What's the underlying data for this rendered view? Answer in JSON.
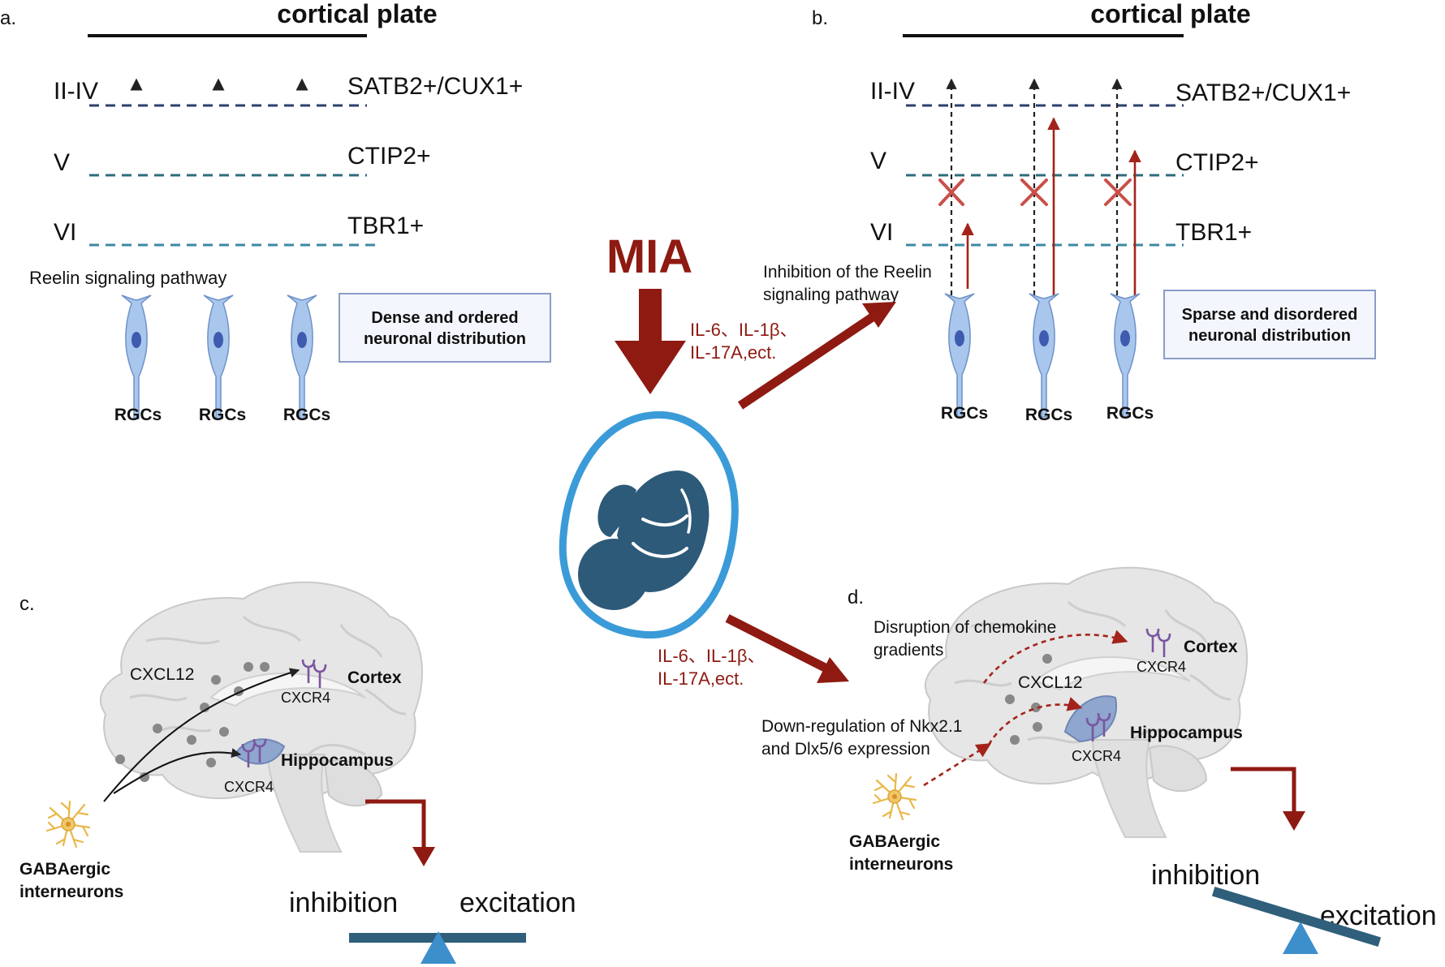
{
  "panels": {
    "a": {
      "letter": "a.",
      "header": "cortical plate",
      "layers": [
        "II-IV",
        "V",
        "VI"
      ],
      "markers": [
        "SATB2+/CUX1+",
        "CTIP2+",
        "TBR1+"
      ],
      "pathway_label": "Reelin signaling pathway",
      "box_line1": "Dense and ordered",
      "box_line2": "neuronal distribution",
      "cells": [
        "RGCs",
        "RGCs",
        "RGCs"
      ]
    },
    "b": {
      "letter": "b.",
      "header": "cortical plate",
      "layers": [
        "II-IV",
        "V",
        "VI"
      ],
      "markers": [
        "SATB2+/CUX1+",
        "CTIP2+",
        "TBR1+"
      ],
      "inhibition_line1": "Inhibition of the Reelin",
      "inhibition_line2": "signaling pathway",
      "box_line1": "Sparse and disordered",
      "box_line2": "neuronal distribution",
      "cells": [
        "RGCs",
        "RGCs",
        "RGCs"
      ]
    },
    "center": {
      "title": "MIA",
      "cytokines_top_1": "IL-6、IL-1β、",
      "cytokines_top_2": "IL-17A,ect.",
      "cytokines_bottom_1": "IL-6、IL-1β、",
      "cytokines_bottom_2": "IL-17A,ect."
    },
    "c": {
      "letter": "c.",
      "cxcl12": "CXCL12",
      "cxcr4_top": "CXCR4",
      "cortex": "Cortex",
      "hippocampus": "Hippocampus",
      "cxcr4_bottom": "CXCR4",
      "gaba_line1": "GABAergic",
      "gaba_line2": "interneurons",
      "inhibition": "inhibition",
      "excitation": "excitation"
    },
    "d": {
      "letter": "d.",
      "disruption_line1": "Disruption of chemokine",
      "disruption_line2": "gradients",
      "cxcr4_top": "CXCR4",
      "cortex": "Cortex",
      "cxcl12": "CXCL12",
      "downreg_line1": "Down-regulation of Nkx2.1",
      "downreg_line2": "and Dlx5/6 expression",
      "hippocampus": "Hippocampus",
      "cxcr4_bottom": "CXCR4",
      "gaba_line1": "GABAergic",
      "gaba_line2": "interneurons",
      "inhibition": "inhibition",
      "excitation": "excitation"
    }
  },
  "colors": {
    "dark_red": "#8e1a12",
    "mid_red": "#a3231a",
    "navy_line": "#2f3f6b",
    "teal_line": "#2f6b7f",
    "light_teal": "#3c8aa0",
    "cell_fill": "#a9c6ec",
    "cell_nucleus": "#3e5bb0",
    "box_border": "#8b9cc8",
    "box_fill": "#f3f6fc",
    "fetus": "#2d5a78",
    "womb_border": "#3b9bd8",
    "brain_fill": "#e6e6e6",
    "brain_stroke": "#c9c9c9",
    "receptor": "#7a55a0",
    "hippocampus": "#8fa6cf",
    "balance_bar": "#2f5f7a",
    "balance_pivot": "#3d8fcc",
    "gaba_cell": "#e9b84a"
  }
}
